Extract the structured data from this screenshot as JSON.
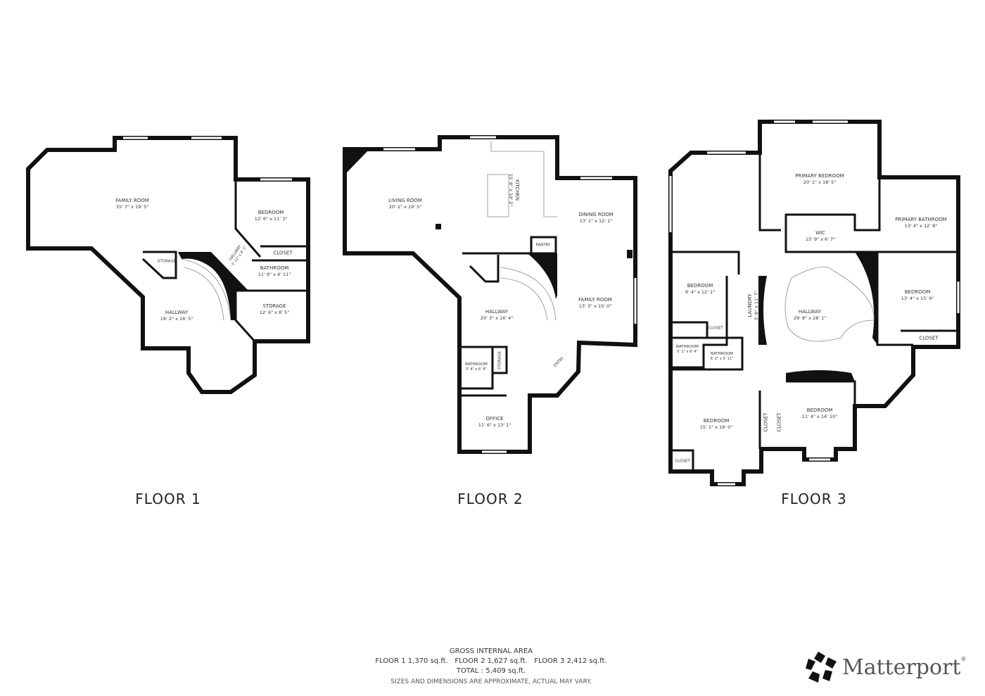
{
  "floors": [
    {
      "title": "FLOOR 1",
      "rooms": [
        {
          "name": "FAMILY ROOM",
          "dims": "35' 7\" x 19' 5\""
        },
        {
          "name": "BEDROOM",
          "dims": "12' 6\" x 11' 3\""
        },
        {
          "name": "HALLWAY",
          "dims": "5' 11\" x 6' 3\""
        },
        {
          "name": "STORAGE",
          "dims": ""
        },
        {
          "name": "CLOSET",
          "dims": ""
        },
        {
          "name": "BATHROOM",
          "dims": "11' 9\" x 4' 11\""
        },
        {
          "name": "STORAGE",
          "dims": "12' 6\" x 8' 5\""
        },
        {
          "name": "HALLWAY",
          "dims": "19' 2\" x 16' 5\""
        }
      ]
    },
    {
      "title": "FLOOR 2",
      "rooms": [
        {
          "name": "LIVING ROOM",
          "dims": "20' 2\" x 19' 5\""
        },
        {
          "name": "KITCHEN",
          "dims": "15' 8\" x 19' 5\""
        },
        {
          "name": "DINING ROOM",
          "dims": "13' 1\" x 12' 1\""
        },
        {
          "name": "PANTRY",
          "dims": ""
        },
        {
          "name": "FAMILY ROOM",
          "dims": "13' 3\" x 15' 0\""
        },
        {
          "name": "HALLWAY",
          "dims": "20' 3\" x 16' 4\""
        },
        {
          "name": "BATHROOM",
          "dims": "5' 4\" x 6' 9\""
        },
        {
          "name": "STORAGE",
          "dims": ""
        },
        {
          "name": "ENTRY",
          "dims": ""
        },
        {
          "name": "OFFICE",
          "dims": "11' 6\" x 13' 1\""
        }
      ]
    },
    {
      "title": "FLOOR 3",
      "rooms": [
        {
          "name": "PRIMARY BEDROOM",
          "dims": "20' 1\" x 18' 5\""
        },
        {
          "name": "PRIMARY BATHROOM",
          "dims": "13' 4\" x 12' 8\""
        },
        {
          "name": "WIC",
          "dims": "15' 9\" x 6' 7\""
        },
        {
          "name": "BEDROOM",
          "dims": "9' 4\" x 12' 1\""
        },
        {
          "name": "LAUNDRY",
          "dims": "5' 8\" x 11' 7\""
        },
        {
          "name": "HALLWAY",
          "dims": "29' 8\" x 28' 1\""
        },
        {
          "name": "BEDROOM",
          "dims": "13' 4\" x 15' 9\""
        },
        {
          "name": "CLOSET",
          "dims": ""
        },
        {
          "name": "CLOSET",
          "dims": ""
        },
        {
          "name": "BATHROOM",
          "dims": "5' 1\" x 8' 4\""
        },
        {
          "name": "BATHROOM",
          "dims": "6' 2\" x 5' 11\""
        },
        {
          "name": "BEDROOM",
          "dims": "15' 1\" x 19' 0\""
        },
        {
          "name": "BEDROOM",
          "dims": "11' 4\" x 14' 10\""
        },
        {
          "name": "CLOSET",
          "dims": ""
        },
        {
          "name": "CLOSET",
          "dims": ""
        },
        {
          "name": "CLOSET",
          "dims": ""
        }
      ]
    }
  ],
  "summary": {
    "heading": "GROSS INTERNAL AREA",
    "floor_areas": "FLOOR 1 1,370 sq.ft.   FLOOR 2 1,627 sq.ft.   FLOOR 3 2,412 sq.ft.",
    "total": "TOTAL :  5,409 sq.ft.",
    "disclaimer": "SIZES AND DIMENSIONS ARE APPROXIMATE, ACTUAL MAY VARY."
  },
  "logo": {
    "text": "Matterport",
    "icon": "matterport-logo-icon",
    "trademark": "®"
  },
  "colors": {
    "wall": "#111111",
    "background": "#ffffff",
    "text": "#333333"
  }
}
